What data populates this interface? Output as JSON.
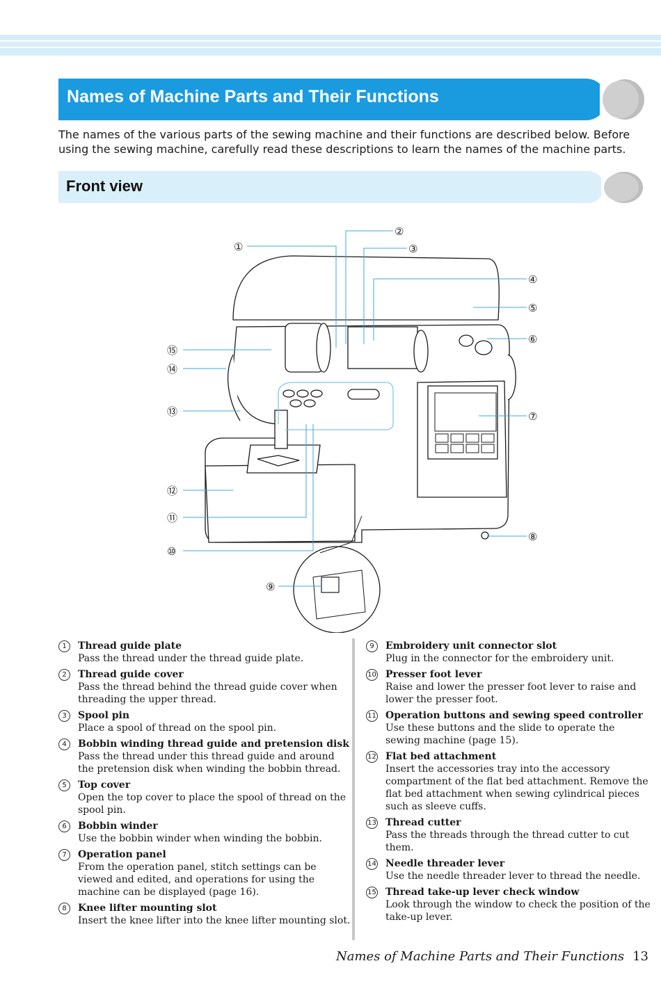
{
  "page_title": "Names of Machine Parts and Their Functions",
  "intro": "The names of the various parts of the sewing machine and their functions are described below. Before using the sewing machine, carefully read these descriptions to learn the names of the machine parts.",
  "section_title": "Front view",
  "callouts": [
    "①",
    "②",
    "③",
    "④",
    "⑤",
    "⑥",
    "⑦",
    "⑧",
    "⑨",
    "⑩",
    "⑪",
    "⑫",
    "⑬",
    "⑭",
    "⑮"
  ],
  "left_items": [
    {
      "num": "1",
      "name": "Thread guide plate",
      "desc": "Pass the thread under the thread guide plate."
    },
    {
      "num": "2",
      "name": "Thread guide cover",
      "desc": "Pass the thread behind the thread guide cover when threading the upper thread."
    },
    {
      "num": "3",
      "name": "Spool pin",
      "desc": "Place a spool of thread on the spool pin."
    },
    {
      "num": "4",
      "name": "Bobbin winding thread guide and pretension disk",
      "desc": "Pass the thread under this thread guide and around the pretension disk when winding the bobbin thread."
    },
    {
      "num": "5",
      "name": "Top cover",
      "desc": "Open the top cover to place the spool of thread on the spool pin."
    },
    {
      "num": "6",
      "name": "Bobbin winder",
      "desc": "Use the bobbin winder when winding the bobbin."
    },
    {
      "num": "7",
      "name": "Operation panel",
      "desc": "From the operation panel, stitch settings can be viewed and edited, and operations for using the machine can be displayed (page 16)."
    },
    {
      "num": "8",
      "name": "Knee lifter mounting slot",
      "desc": "Insert the knee lifter into the knee lifter mounting slot."
    }
  ],
  "right_items": [
    {
      "num": "9",
      "name": "Embroidery unit connector slot",
      "desc": "Plug in the connector for the embroidery unit."
    },
    {
      "num": "10",
      "name": "Presser foot lever",
      "desc": "Raise and lower the presser foot lever to raise and lower the presser foot."
    },
    {
      "num": "11",
      "name": "Operation buttons and sewing speed controller",
      "desc": "Use these buttons and the slide to operate the sewing machine (page 15)."
    },
    {
      "num": "12",
      "name": "Flat bed attachment",
      "desc": "Insert the accessories tray into the accessory compartment of the flat bed attachment. Remove the flat bed attachment when sewing cylindrical pieces such as sleeve cuffs."
    },
    {
      "num": "13",
      "name": "Thread cutter",
      "desc": "Pass the threads through the thread cutter to cut them."
    },
    {
      "num": "14",
      "name": "Needle threader lever",
      "desc": "Use the needle threader lever to thread the needle."
    },
    {
      "num": "15",
      "name": "Thread take-up lever check window",
      "desc": "Look through the window to check the position of the take-up lever."
    }
  ],
  "footer": {
    "title": "Names of Machine Parts and Their Functions",
    "page": "13"
  },
  "colors": {
    "title_bar": "#1a9be0",
    "sub_bar": "#d9effa",
    "callout_line": "#3aa9e0"
  }
}
